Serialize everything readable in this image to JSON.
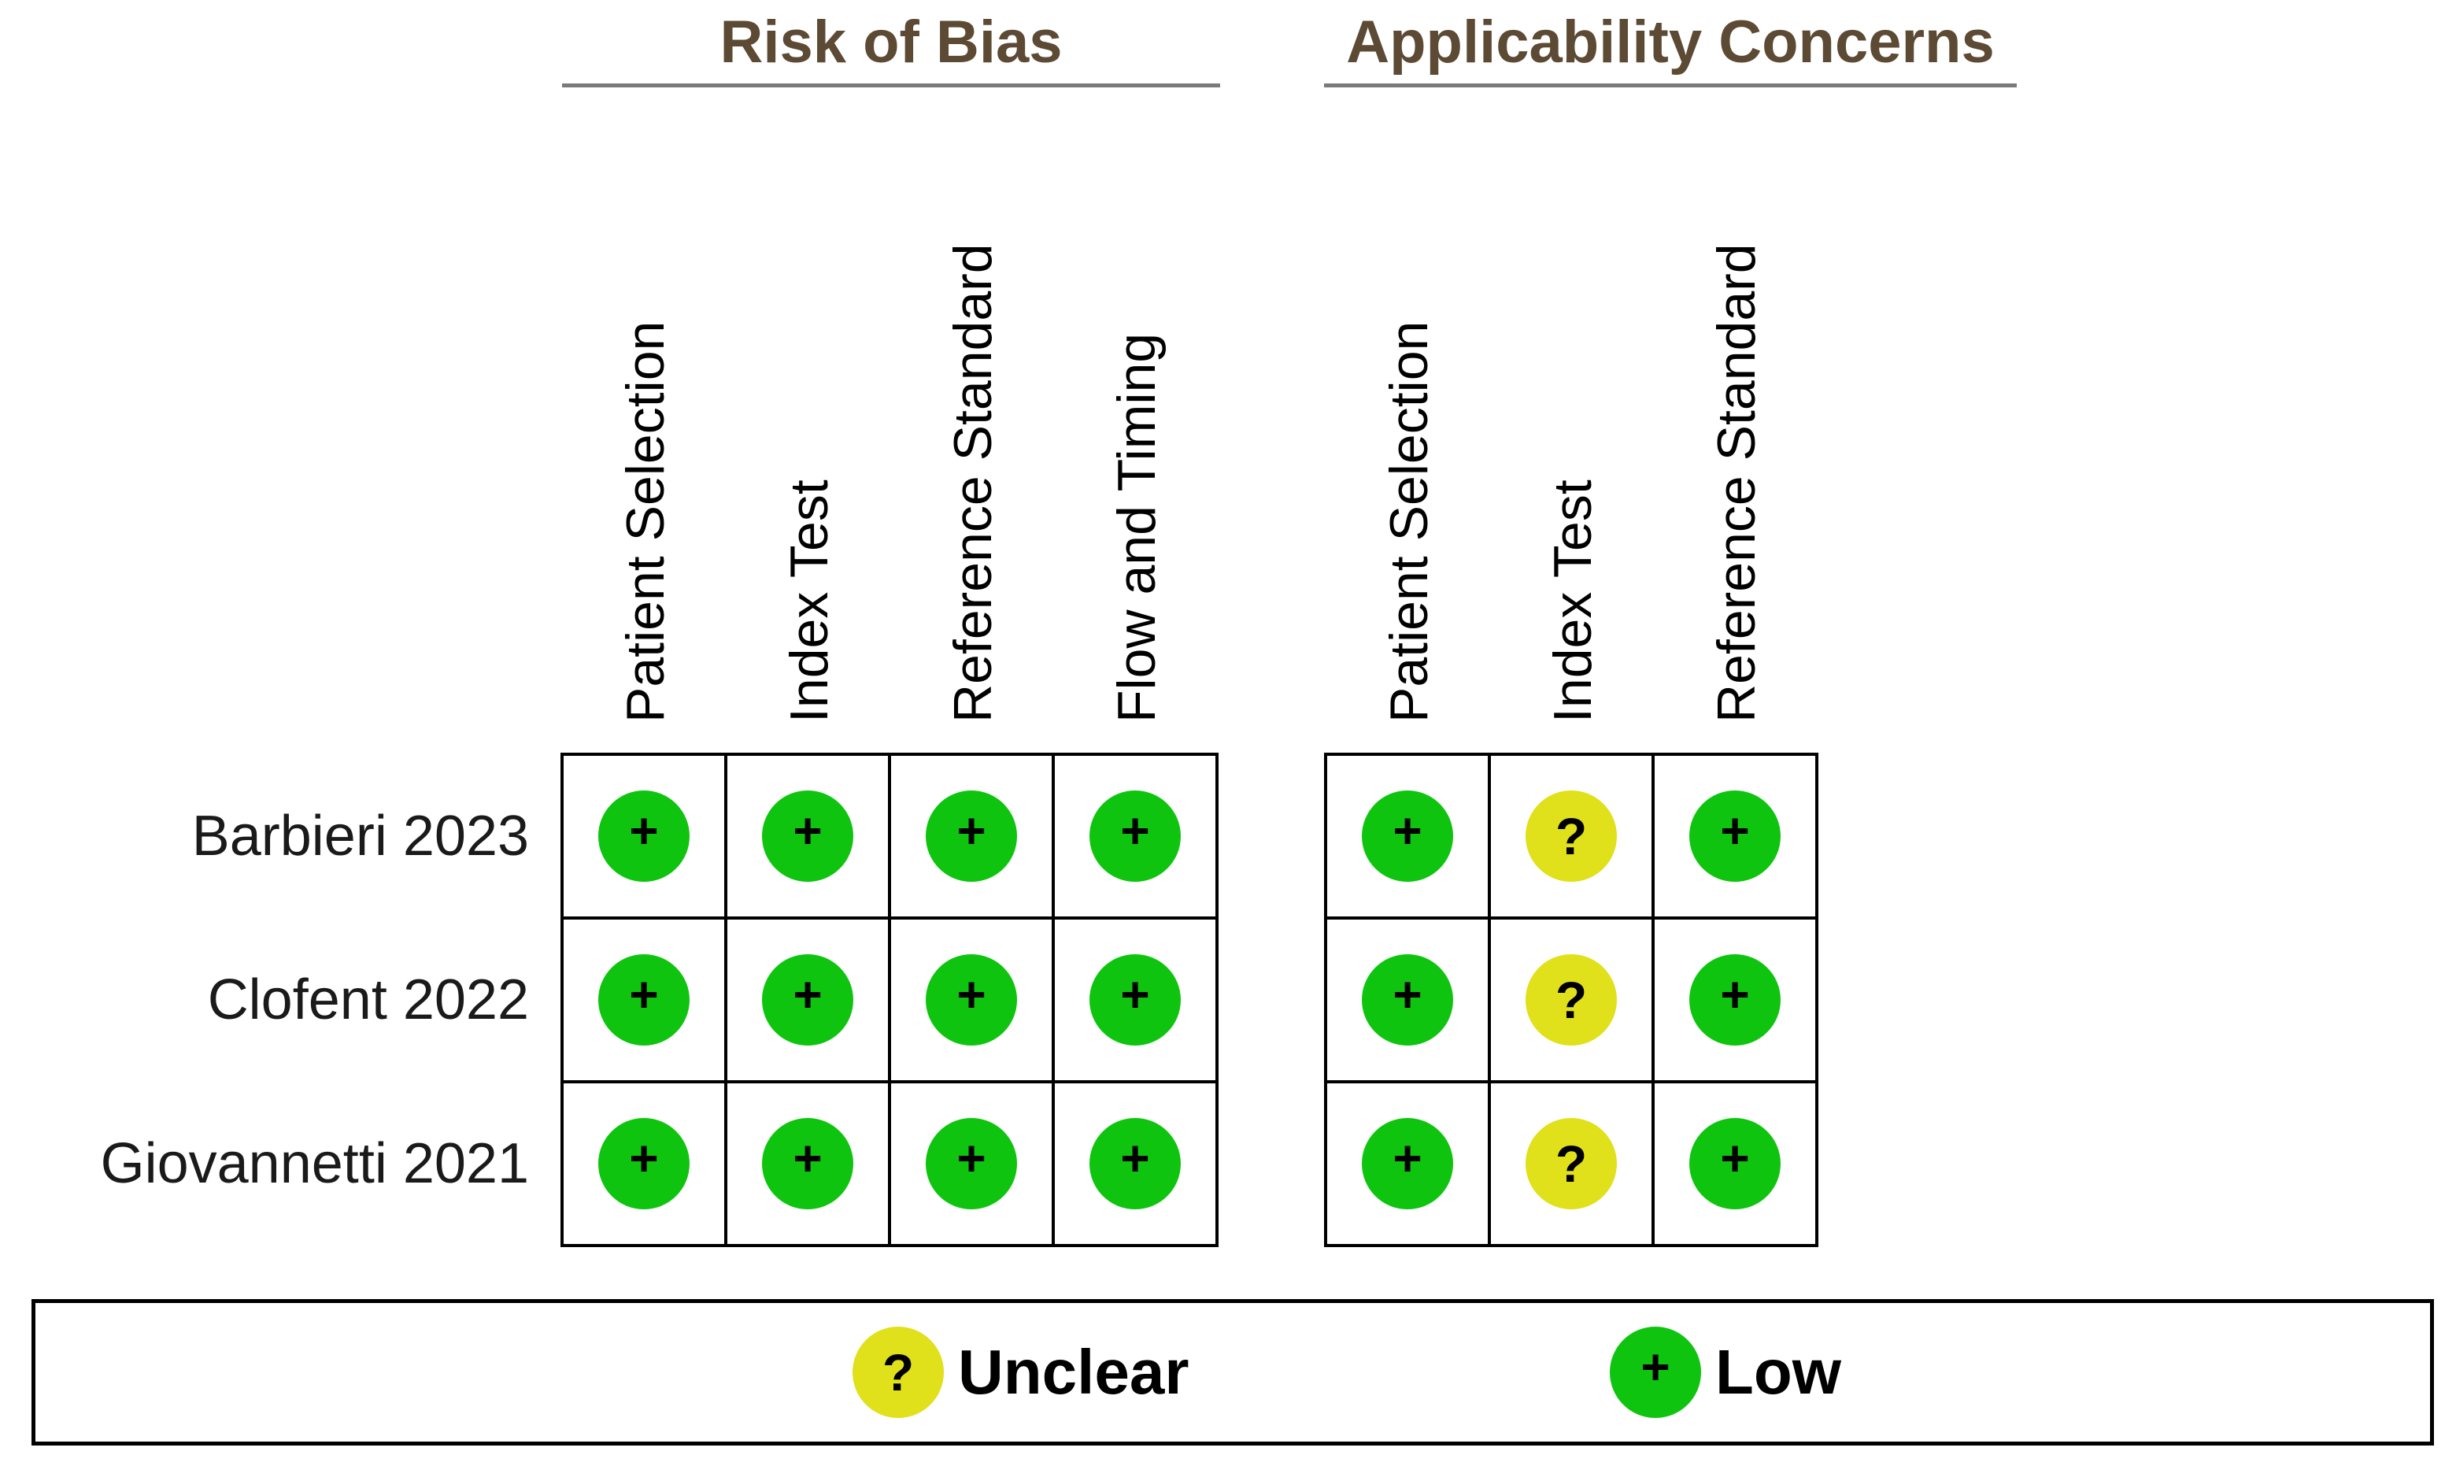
{
  "colors": {
    "low": "#0fc40f",
    "unclear": "#e0e01b",
    "group_title": "#5c4a34"
  },
  "groups": [
    {
      "title": "Risk of Bias",
      "columns": [
        "Patient Selection",
        "Index Test",
        "Reference Standard",
        "Flow and Timing"
      ]
    },
    {
      "title": "Applicability Concerns",
      "columns": [
        "Patient Selection",
        "Index Test",
        "Reference Standard"
      ]
    }
  ],
  "judgement_symbols": {
    "low": "+",
    "unclear": "?"
  },
  "studies": [
    {
      "name": "Barbieri 2023",
      "risk_of_bias": [
        "low",
        "low",
        "low",
        "low"
      ],
      "applicability": [
        "low",
        "unclear",
        "low"
      ]
    },
    {
      "name": "Clofent 2022",
      "risk_of_bias": [
        "low",
        "low",
        "low",
        "low"
      ],
      "applicability": [
        "low",
        "unclear",
        "low"
      ]
    },
    {
      "name": "Giovannetti 2021",
      "risk_of_bias": [
        "low",
        "low",
        "low",
        "low"
      ],
      "applicability": [
        "low",
        "unclear",
        "low"
      ]
    }
  ],
  "legend": [
    {
      "key": "unclear",
      "symbol": "?",
      "label": "Unclear"
    },
    {
      "key": "low",
      "symbol": "+",
      "label": "Low"
    }
  ]
}
